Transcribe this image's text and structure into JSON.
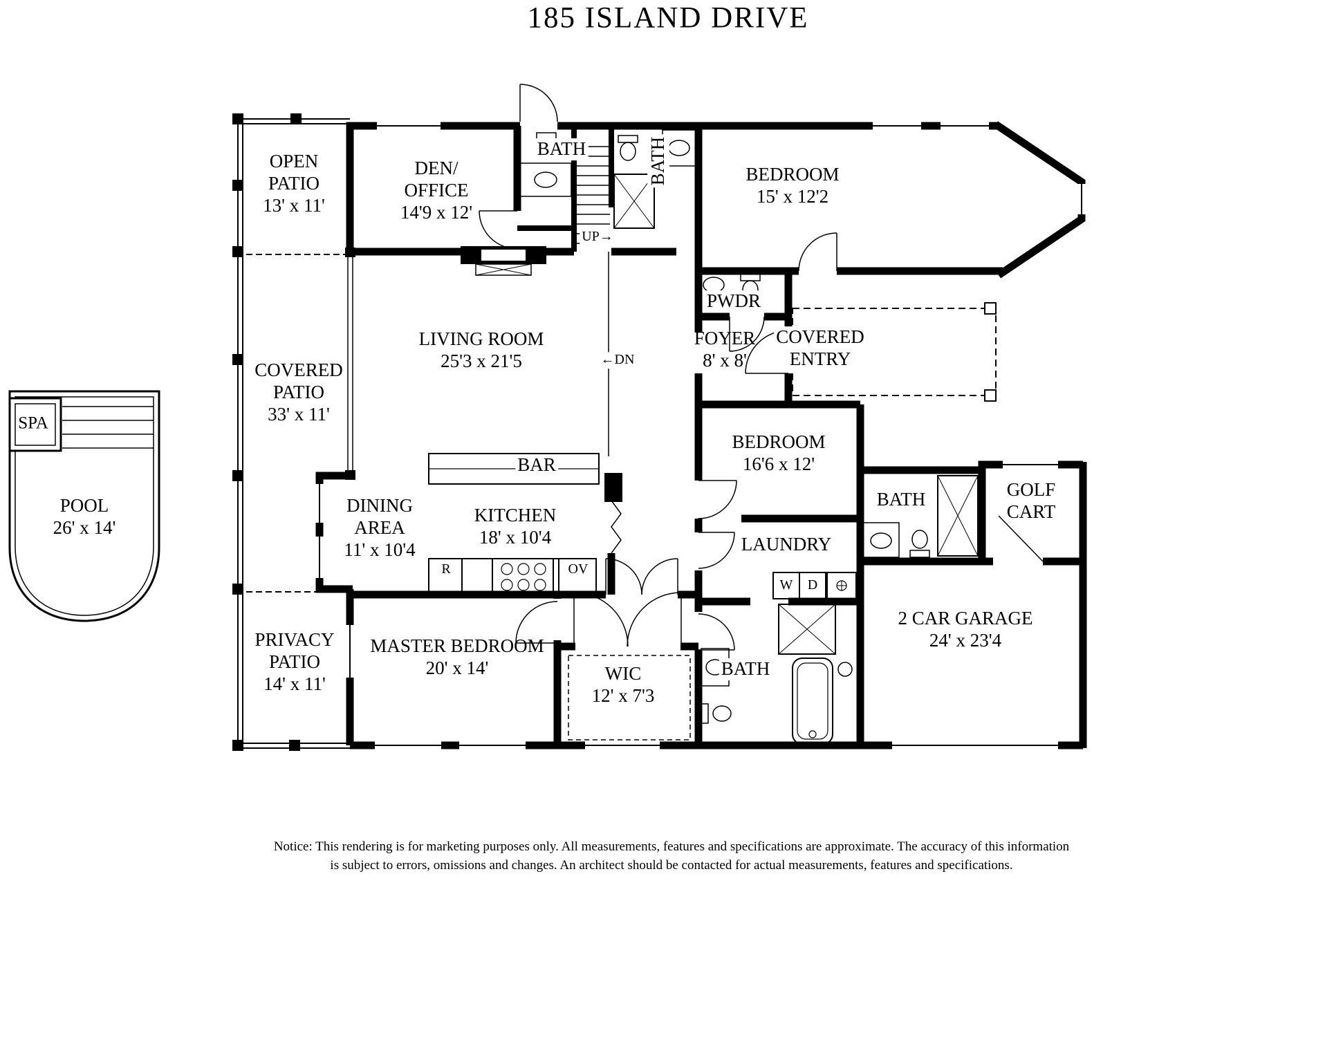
{
  "title": "185 ISLAND DRIVE",
  "rooms": {
    "open_patio": "OPEN\nPATIO\n13' x 11'",
    "den_office": "DEN/\nOFFICE\n14'9 x 12'",
    "bath_top_left": "BATH",
    "bath_top_right": "BATH",
    "bedroom_top": "BEDROOM\n15' x 12'2",
    "pwdr": "PWDR",
    "living_room": "LIVING ROOM\n25'3 x 21'5",
    "foyer": "FOYER\n8' x 8'",
    "covered_entry": "COVERED\nENTRY",
    "covered_patio": "COVERED\nPATIO\n33' x 11'",
    "spa": "SPA",
    "pool": "POOL\n26' x 14'",
    "bedroom_mid": "BEDROOM\n16'6 x 12'",
    "bar": "BAR",
    "bath_mid": "BATH",
    "golf_cart": "GOLF\nCART",
    "dining_area": "DINING\nAREA\n11' x 10'4",
    "kitchen": "KITCHEN\n18' x 10'4",
    "laundry": "LAUNDRY",
    "privacy_patio": "PRIVACY\nPATIO\n14' x 11'",
    "master_bedroom": "MASTER BEDROOM\n20' x 14'",
    "wic": "WIC\n12' x 7'3",
    "bath_master": "BATH",
    "garage": "2 CAR GARAGE\n24' x 23'4"
  },
  "annotations": {
    "up": "UP→",
    "dn": "←DN",
    "range": "R",
    "oven": "OV",
    "washer": "W",
    "dryer": "D"
  },
  "notice": "Notice: This rendering is for marketing purposes only. All measurements, features and specifications are approximate. The accuracy of this information\nis subject to errors, omissions and changes. An architect should be contacted for actual measurements, features and specifications.",
  "colors": {
    "wall": "#000000",
    "background": "#ffffff",
    "text": "#000000"
  }
}
